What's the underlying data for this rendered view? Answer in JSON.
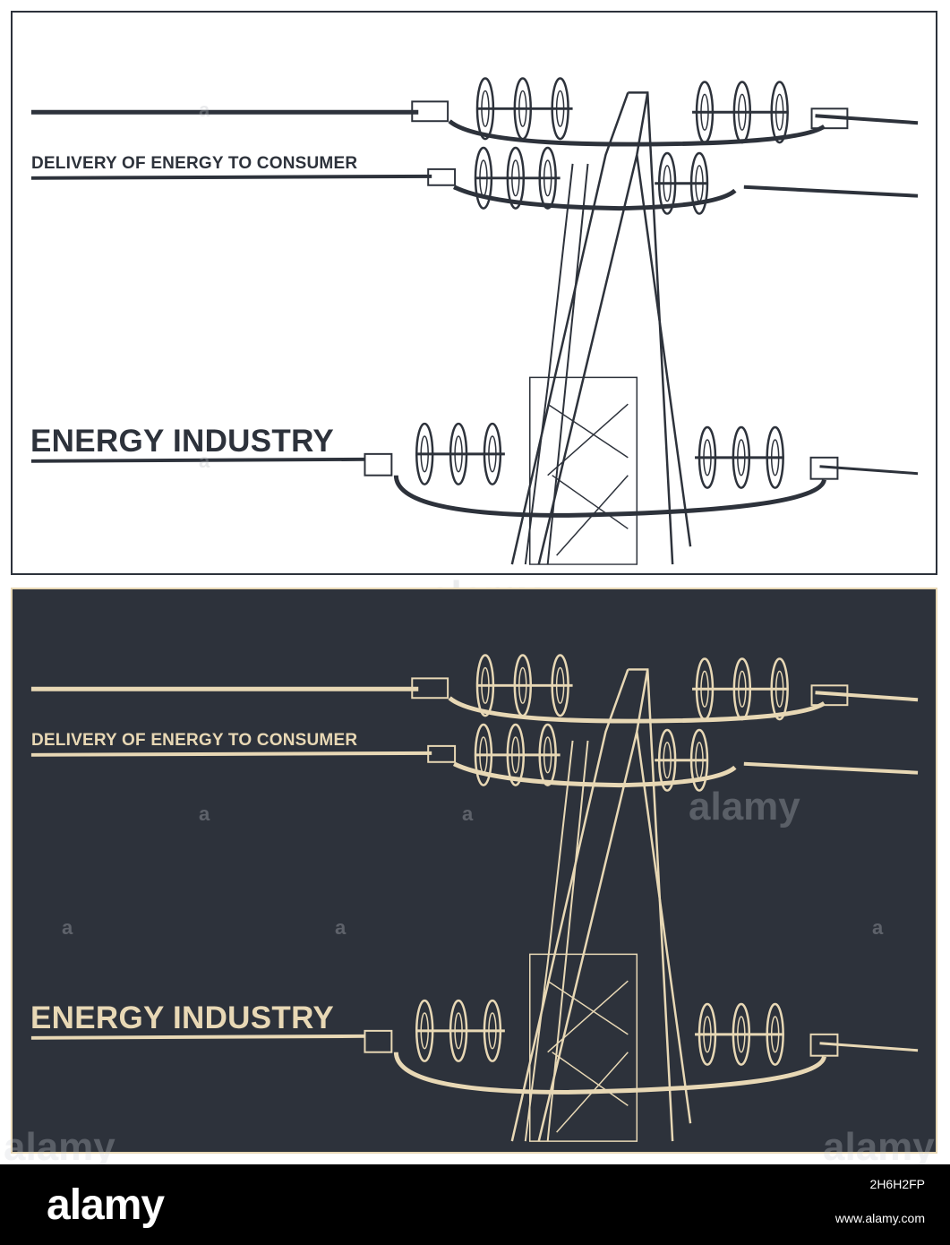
{
  "illustration": {
    "caption_small": "DELIVERY OF ENERGY TO CONSUMER",
    "caption_large": "ENERGY INDUSTRY",
    "watermark_text": "alamy",
    "watermark_letter": "a"
  },
  "colors": {
    "dark_ink": "#2d323b",
    "cream": "#e8d8b5",
    "white": "#ffffff",
    "footer_bg": "#000000"
  },
  "footer": {
    "brand": "alamy",
    "image_id": "2H6H2FP",
    "url": "www.alamy.com"
  }
}
